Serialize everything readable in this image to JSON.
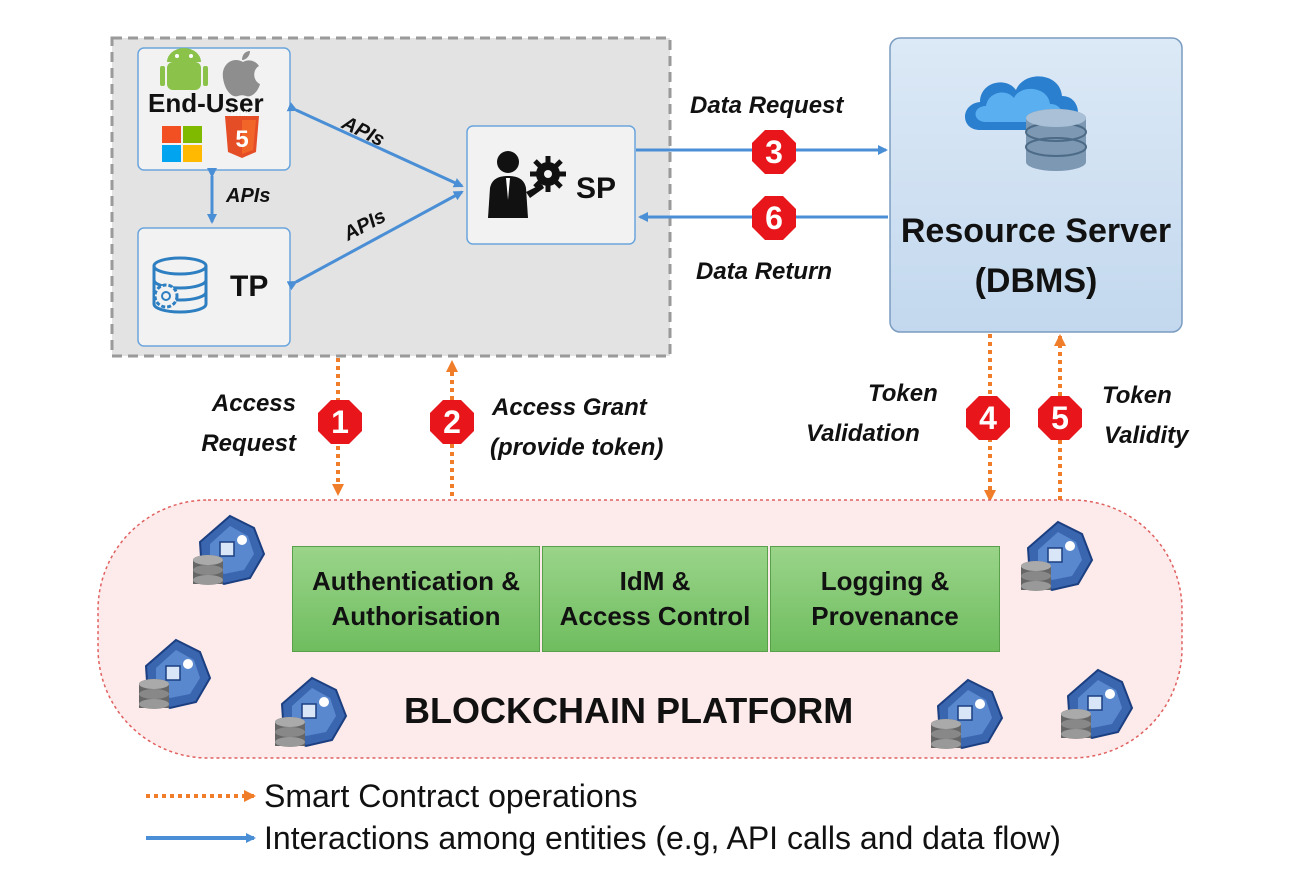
{
  "entities": {
    "end_user": "End-User",
    "sp": "SP",
    "tp": "TP",
    "resource_server_line1": "Resource Server",
    "resource_server_line2": "(DBMS)"
  },
  "labels": {
    "apis_1": "APIs",
    "apis_2": "APIs",
    "apis_3": "APIs",
    "html5_mark": "HTML",
    "data_request": "Data Request",
    "data_return": "Data Return",
    "access_request_l1": "Access",
    "access_request_l2": "Request",
    "access_grant_l1": "Access Grant",
    "access_grant_l2": "(provide token)",
    "token_validation_l1": "Token",
    "token_validation_l2": "Validation",
    "token_validity_l1": "Token",
    "token_validity_l2": "Validity"
  },
  "steps": [
    "1",
    "2",
    "3",
    "4",
    "5",
    "6"
  ],
  "blockchain": {
    "title": "BLOCKCHAIN PLATFORM",
    "modules": [
      {
        "l1": "Authentication &",
        "l2": "Authorisation"
      },
      {
        "l1": "IdM &",
        "l2": "Access Control"
      },
      {
        "l1": "Logging &",
        "l2": "Provenance"
      }
    ]
  },
  "legend": {
    "smart_contract": "Smart Contract operations",
    "interactions": "Interactions among entities (e.g, API calls and data flow)"
  },
  "colors": {
    "blue_arrow": "#4a8fd6",
    "orange_arrow": "#f07d2a",
    "step_badge": "#e8161b",
    "blockchain_fill": "#fdeaea",
    "module_green": "#7fc56f",
    "server_fill": "#cfe1f3"
  },
  "icons": [
    "android-icon",
    "apple-icon",
    "windows-icon",
    "html5-icon",
    "database-gear-icon",
    "businessman-gear-icon",
    "cloud-database-icon",
    "blockchain-node-icon"
  ]
}
